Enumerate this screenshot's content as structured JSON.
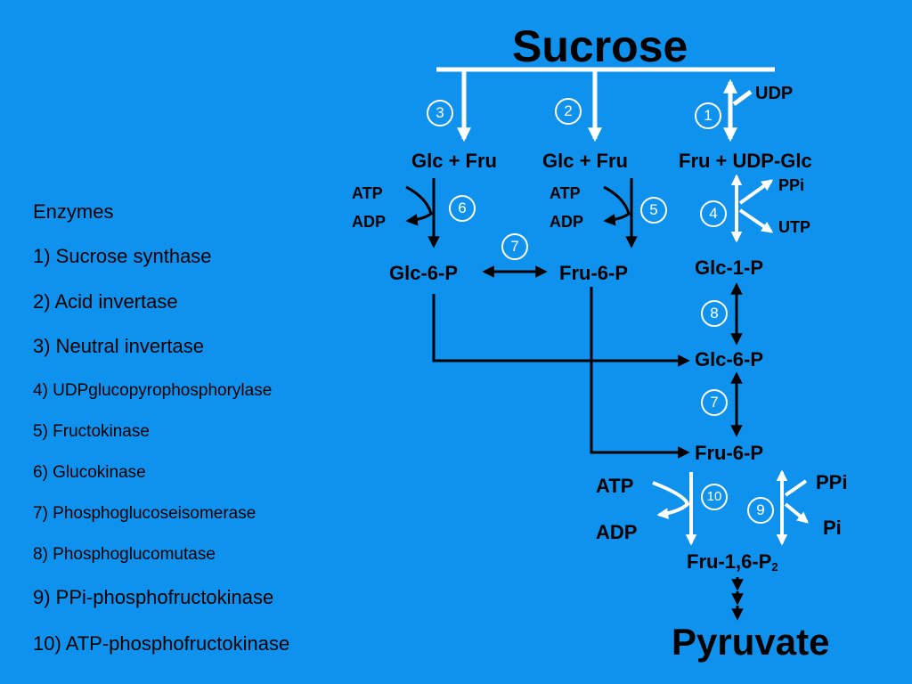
{
  "colors": {
    "background": "#0f92ee",
    "white_arrows": "#ffffff",
    "black_arrows": "#000000"
  },
  "title": "Sucrose",
  "product": "Pyruvate",
  "udp": "UDP",
  "branch_left": "Glc + Fru",
  "branch_mid": "Glc + Fru",
  "branch_right": "Fru + UDP-Glc",
  "atp_1": "ATP",
  "adp_1": "ADP",
  "atp_2": "ATP",
  "adp_2": "ADP",
  "ppi_top": "PPi",
  "utp": "UTP",
  "glc6p_left": "Glc-6-P",
  "fru6p_mid": "Fru-6-P",
  "glc1p": "Glc-1-P",
  "glc6p_right": "Glc-6-P",
  "fru6p_right": "Fru-6-P",
  "atp_3": "ATP",
  "adp_3": "ADP",
  "ppi_bottom": "PPi",
  "pi": "Pi",
  "fru16p2_base": "Fru-1,6-P",
  "fru16p2_sub": "2",
  "step_numbers": {
    "s3": "3",
    "s2": "2",
    "s1": "1",
    "s6": "6",
    "s5": "5",
    "s4": "4",
    "s7_top": "7",
    "s8": "8",
    "s7_right": "7",
    "s10": "10",
    "s9": "9"
  },
  "enzymes": {
    "heading": "Enzymes",
    "items": [
      "1) Sucrose synthase",
      "2) Acid invertase",
      "3) Neutral invertase",
      "4) UDPglucopyrophosphorylase",
      "5) Fructokinase",
      "6) Glucokinase",
      "7) Phosphoglucoseisomerase",
      "8) Phosphoglucomutase",
      "9) PPi-phosphofructokinase",
      "10) ATP-phosphofructokinase"
    ]
  }
}
